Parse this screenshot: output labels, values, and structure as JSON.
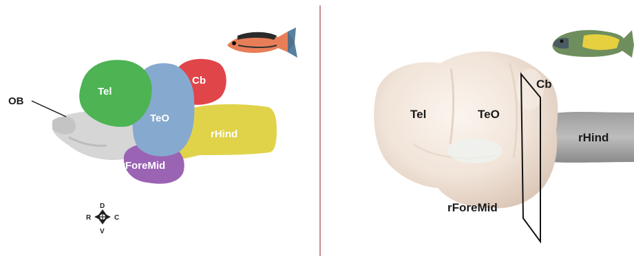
{
  "left_panel": {
    "labels": {
      "ob": "OB",
      "tel": "Tel",
      "cb": "Cb",
      "teo": "TeO",
      "rhind": "rHind",
      "rforemid": "rForeMid"
    },
    "compass": {
      "dorsal": "D",
      "ventral": "V",
      "rostral": "R",
      "caudal": "C"
    },
    "colors": {
      "tel": "#4db353",
      "teo": "#86a9cf",
      "cb": "#e0454a",
      "rhind": "#e0d34a",
      "rforemid": "#9b63b4",
      "brainstem": "#d9d9d9"
    },
    "fish_icon": "cichlid-fish-icon"
  },
  "right_panel": {
    "labels": {
      "tel": "Tel",
      "teo": "TeO",
      "cb": "Cb",
      "rhind": "rHind",
      "rforemid": "rForeMid"
    },
    "fish_icon": "parrotfish-icon"
  },
  "divider_color": "#a04040"
}
